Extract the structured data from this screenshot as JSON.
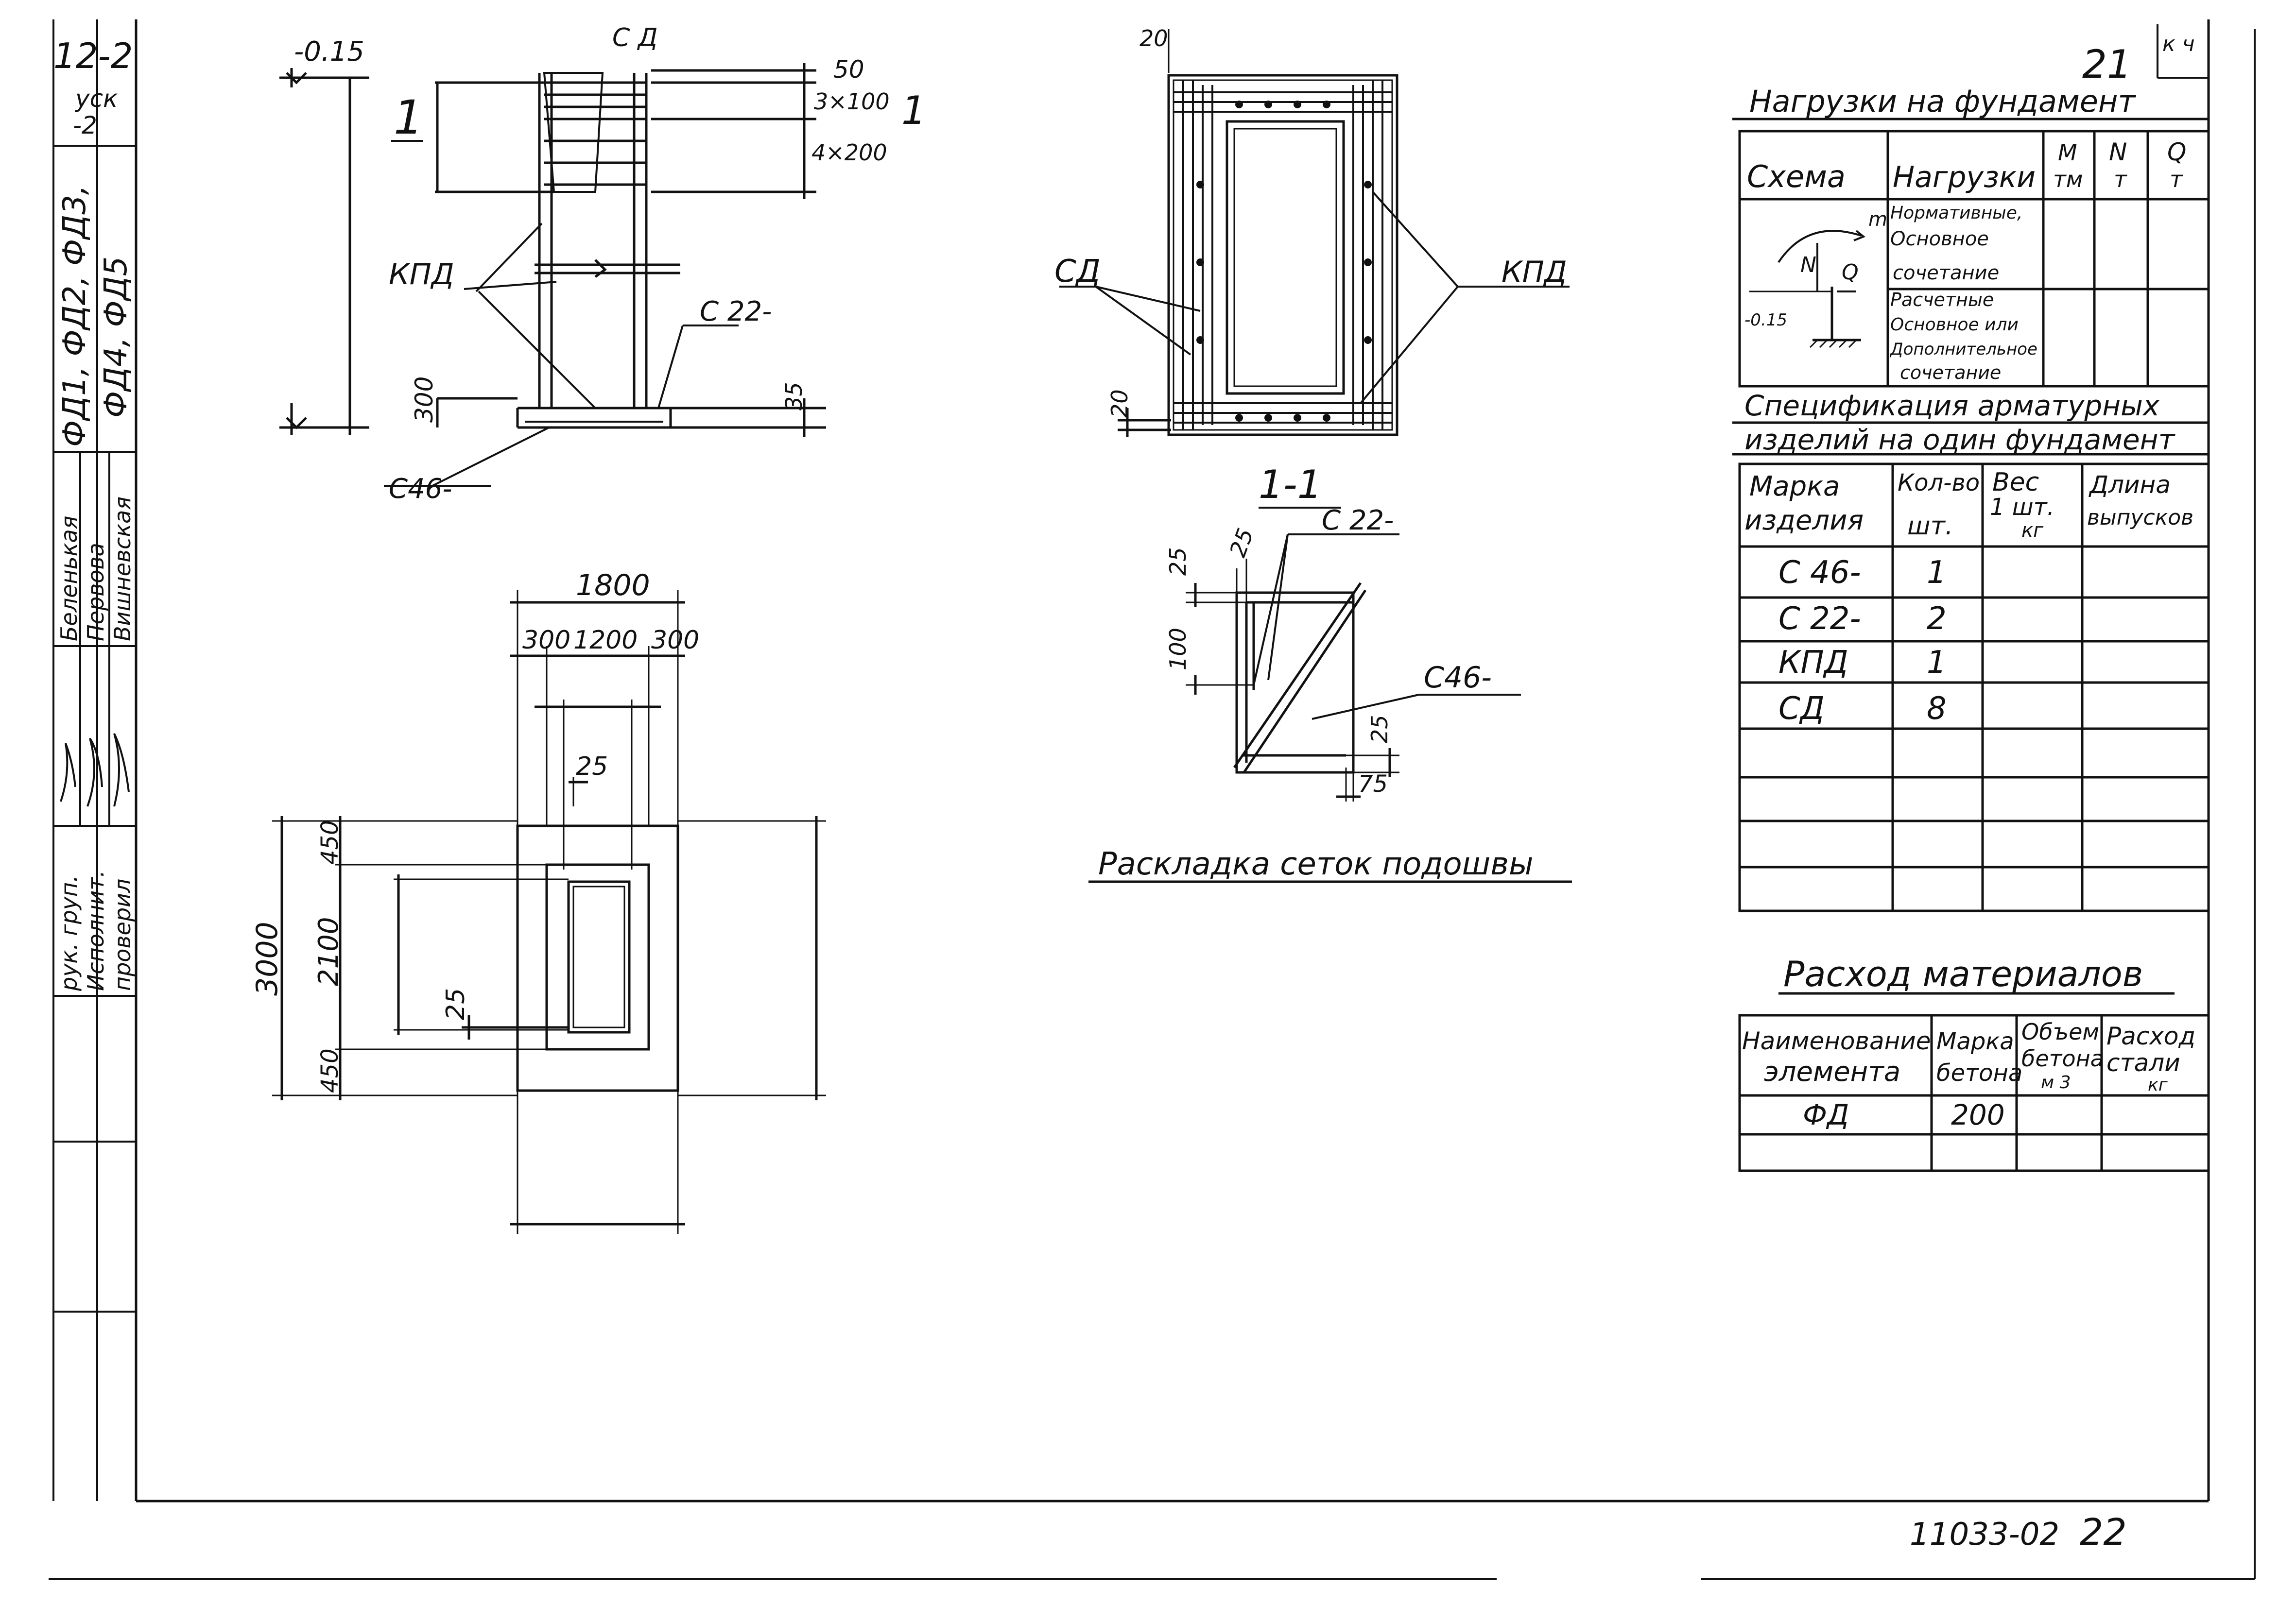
{
  "sheet": {
    "series_code": "11033-02",
    "sheet_number": "22",
    "corner_number": "21",
    "corner_tag": "к ч"
  },
  "side_stamp": {
    "code_line1": "12-2",
    "code_line2": "уск",
    "code_line3": "-2",
    "marks_line1": "ФД1, ФД2, ФД3,",
    "marks_line2": "ФД4, ФД5",
    "roles": [
      "рук. груп.",
      "Исполнит.",
      "проверил"
    ],
    "names": [
      "Беленькая",
      "Первова",
      "Вишневская"
    ]
  },
  "section_view": {
    "level_top": "-0.15",
    "item_top": "С Д",
    "dim_50": "50",
    "dim_3x100": "3×100",
    "dim_4x200": "4×200",
    "callout_1": "1",
    "kpd": "КПД",
    "c22": "С 22-",
    "c46": "С46-",
    "dim_300": "300",
    "dim_35": "35"
  },
  "plan_view": {
    "dim_total_width": "1800",
    "dim_300_left": "300",
    "dim_1200": "1200",
    "dim_300_right": "300",
    "dim_25_top": "25",
    "dim_3000": "3000",
    "dim_450_top": "450",
    "dim_2100": "2100",
    "dim_450_bottom": "450",
    "dim_25_left": "25"
  },
  "bottom_mesh_view": {
    "dim_20_top": "20",
    "cd": "СД",
    "kpd": "КПД",
    "dim_20_bottom": "20"
  },
  "detail_1_1": {
    "title": "1-1",
    "c22": "С 22-",
    "c46": "С46-",
    "dim_25_a": "25",
    "dim_25_b": "25",
    "dim_100": "100",
    "dim_25_c": "25",
    "dim_75": "75",
    "caption": "Раскладка сеток подошвы"
  },
  "loads_table": {
    "title": "Нагрузки на фундамент",
    "h_scheme": "Схема",
    "h_loads": "Нагрузки",
    "h_m_1": "M",
    "h_m_2": "тм",
    "h_n_1": "N",
    "h_n_2": "т",
    "h_q_1": "Q",
    "h_q_2": "т",
    "row1_l1": "Нормативные,",
    "row1_l2": "Основное",
    "row1_l3": "сочетание",
    "row2_l1": "Расчетные",
    "row2_l2": "Основное или",
    "row2_l3": "Дополнительное",
    "row2_l4": "сочетание",
    "scheme_m": "m",
    "scheme_n": "N",
    "scheme_q": "Q",
    "scheme_level": "-0.15"
  },
  "spec_table": {
    "title_l1": "Спецификация арматурных",
    "title_l2": "изделий на один фундамент",
    "h_mark_1": "Марка",
    "h_mark_2": "изделия",
    "h_qty_1": "Кол-во",
    "h_qty_2": "шт.",
    "h_w_1": "Вес",
    "h_w_2": "1 шт.",
    "h_w_3": "кг",
    "h_len_1": "Длина",
    "h_len_2": "выпусков",
    "rows": [
      {
        "mark": "С 46-",
        "qty": "1"
      },
      {
        "mark": "С 22-",
        "qty": "2"
      },
      {
        "mark": "КПД",
        "qty": "1"
      },
      {
        "mark": "СД",
        "qty": "8"
      }
    ]
  },
  "materials_table": {
    "title": "Расход материалов",
    "h_name_1": "Наименование",
    "h_name_2": "элемента",
    "h_grade_1": "Марка",
    "h_grade_2": "бетона",
    "h_vol_1": "Объем",
    "h_vol_2": "бетона",
    "h_vol_3": "м 3",
    "h_steel_1": "Расход",
    "h_steel_2": "стали",
    "h_steel_3": "кг",
    "row_name": "ФД",
    "row_grade": "200"
  }
}
